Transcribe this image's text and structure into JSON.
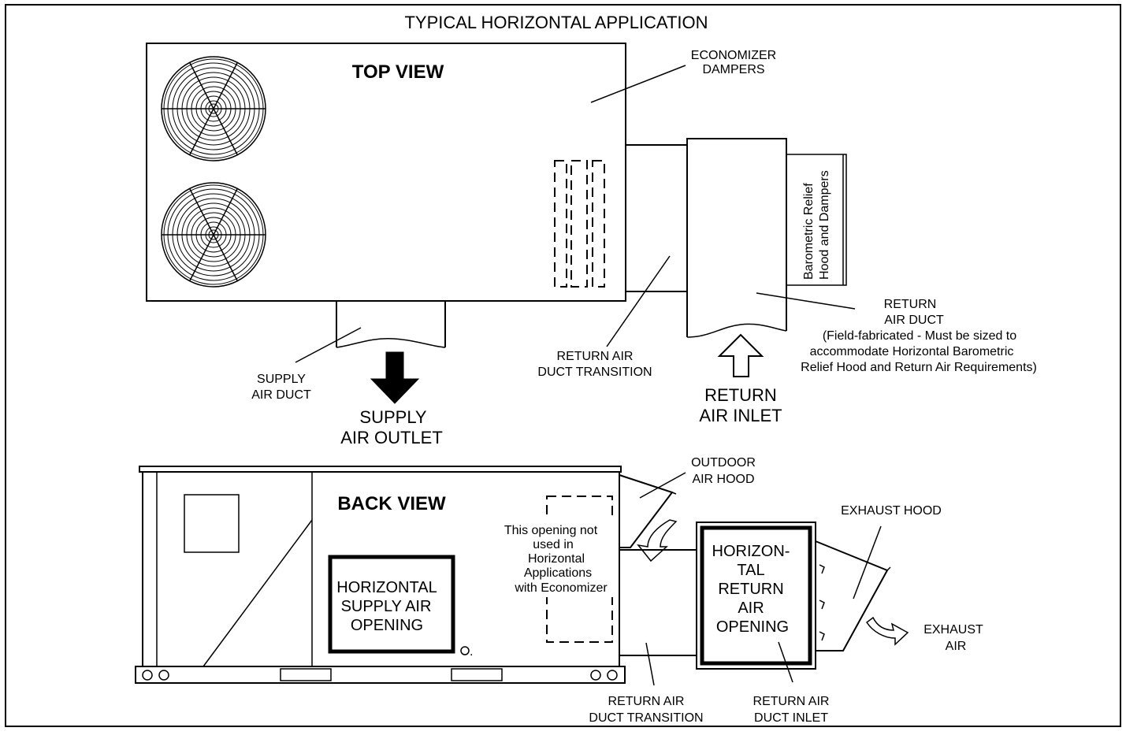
{
  "title": "TYPICAL HORIZONTAL APPLICATION",
  "top_view": {
    "heading": "TOP VIEW",
    "economizer": [
      "ECONOMIZER",
      "DAMPERS"
    ],
    "relief_hood": [
      "Barometric Relief",
      "Hood and Dampers"
    ],
    "return_air_duct": [
      "RETURN",
      "AIR DUCT",
      "(Field-fabricated - Must be sized to",
      "accommodate Horizontal Barometric",
      "Relief Hood and Return Air Requirements)"
    ],
    "return_transition": [
      "RETURN AIR",
      "DUCT TRANSITION"
    ],
    "supply_duct": [
      "SUPPLY",
      "AIR DUCT"
    ],
    "supply_outlet": [
      "SUPPLY",
      "AIR OUTLET"
    ],
    "return_inlet": [
      "RETURN",
      "AIR INLET"
    ]
  },
  "back_view": {
    "heading": "BACK VIEW",
    "supply_opening": [
      "HORIZONTAL",
      "SUPPLY AIR",
      "OPENING"
    ],
    "unused_opening": [
      "This opening not",
      "used in",
      "Horizontal",
      "Applications",
      "with Economizer"
    ],
    "outdoor_hood": [
      "OUTDOOR",
      "AIR HOOD"
    ],
    "exhaust_hood": "EXHAUST HOOD",
    "return_opening": [
      "HORIZON-",
      "TAL",
      "RETURN",
      "AIR",
      "OPENING"
    ],
    "exhaust_air": [
      "EXHAUST",
      "AIR"
    ],
    "return_transition": [
      "RETURN AIR",
      "DUCT TRANSITION"
    ],
    "return_inlet": [
      "RETURN AIR",
      "DUCT INLET"
    ]
  }
}
